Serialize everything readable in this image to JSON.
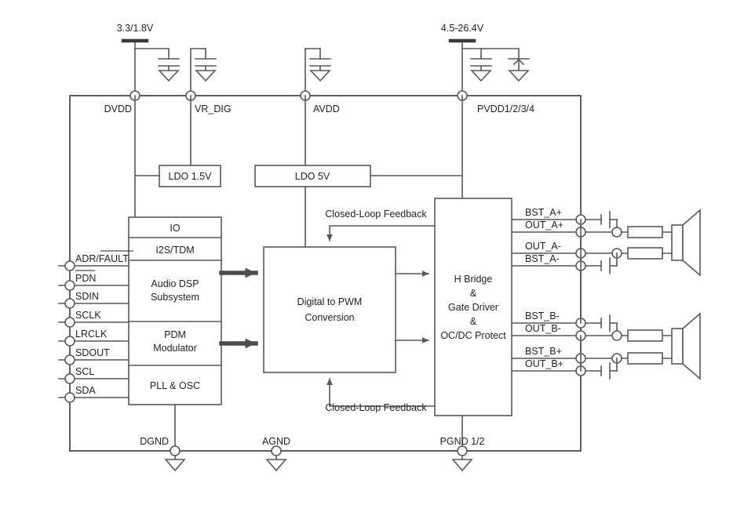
{
  "diagram": {
    "title": "Audio amplifier block diagram",
    "colors": {
      "line": "#58595b",
      "line_dark": "#3a3a3c",
      "text": "#231f20",
      "background": "#ffffff",
      "arrow_thick": "#4d4d4f"
    }
  },
  "supplies": [
    {
      "id": "dvdd",
      "rail_label": "3.3/1.8V",
      "pin_label": "DVDD"
    },
    {
      "id": "vr_dig",
      "rail_label": "",
      "pin_label": "VR_DIG"
    },
    {
      "id": "avdd",
      "rail_label": "",
      "pin_label": "AVDD"
    },
    {
      "id": "pvdd",
      "rail_label": "4.5-26.4V",
      "pin_label": "PVDD1/2/3/4"
    }
  ],
  "regulators": [
    {
      "id": "ldo15",
      "label": "LDO 1.5V"
    },
    {
      "id": "ldo5",
      "label": "LDO 5V"
    }
  ],
  "digital_stack": [
    {
      "id": "io",
      "label": "IO"
    },
    {
      "id": "i2s",
      "label": "I2S/TDM"
    },
    {
      "id": "dsp",
      "label": "Audio DSP\nSubsystem",
      "line1": "Audio DSP",
      "line2": "Subsystem"
    },
    {
      "id": "pdm",
      "label": "PDM\nModulator",
      "line1": "PDM",
      "line2": "Modulator"
    },
    {
      "id": "pll",
      "label": "PLL & OSC"
    }
  ],
  "blocks": {
    "pwm": {
      "line1": "Digital to PWM",
      "line2": "Conversion"
    },
    "hbridge": {
      "line1": "H Bridge",
      "line2": "&",
      "line3": "Gate Driver",
      "line4": "&",
      "line5": "OC/DC Protect"
    }
  },
  "feedback": [
    {
      "id": "fb-top",
      "label": "Closed-Loop Feedback"
    },
    {
      "id": "fb-bottom",
      "label": "Closed-Loop Feedback"
    }
  ],
  "left_pins": [
    {
      "id": "adr-fault",
      "label": "ADR/FAULT",
      "overbar_from": 4,
      "overbar_text": "FAULT",
      "plain_text": "ADR/"
    },
    {
      "id": "pdn",
      "label": "PDN",
      "overbar_from": 0,
      "overbar_text": "PDN",
      "plain_text": ""
    },
    {
      "id": "sdin",
      "label": "SDIN",
      "overbar_from": -1,
      "overbar_text": "",
      "plain_text": "SDIN"
    },
    {
      "id": "sclk",
      "label": "SCLK",
      "overbar_from": -1,
      "overbar_text": "",
      "plain_text": "SCLK"
    },
    {
      "id": "lrclk",
      "label": "LRCLK",
      "overbar_from": -1,
      "overbar_text": "",
      "plain_text": "LRCLK"
    },
    {
      "id": "sdout",
      "label": "SDOUT",
      "overbar_from": -1,
      "overbar_text": "",
      "plain_text": "SDOUT"
    },
    {
      "id": "scl",
      "label": "SCL",
      "overbar_from": -1,
      "overbar_text": "",
      "plain_text": "SCL"
    },
    {
      "id": "sda",
      "label": "SDA",
      "overbar_from": -1,
      "overbar_text": "",
      "plain_text": "SDA"
    }
  ],
  "right_pins": [
    {
      "id": "bst-ap",
      "label": "BST_A+"
    },
    {
      "id": "out-ap",
      "label": "OUT_A+"
    },
    {
      "id": "out-an",
      "label": "OUT_A-"
    },
    {
      "id": "bst-an",
      "label": "BST_A-"
    },
    {
      "id": "bst-bn",
      "label": "BST_B-"
    },
    {
      "id": "out-bn",
      "label": "OUT_B-"
    },
    {
      "id": "bst-bp",
      "label": "BST_B+"
    },
    {
      "id": "out-bp",
      "label": "OUT_B+"
    }
  ],
  "grounds": [
    {
      "id": "dgnd",
      "label": "DGND"
    },
    {
      "id": "agnd",
      "label": "AGND"
    },
    {
      "id": "pgnd",
      "label": "PGND 1/2"
    }
  ],
  "speakers": [
    {
      "id": "speaker-a",
      "label": ""
    },
    {
      "id": "speaker-b",
      "label": ""
    }
  ]
}
